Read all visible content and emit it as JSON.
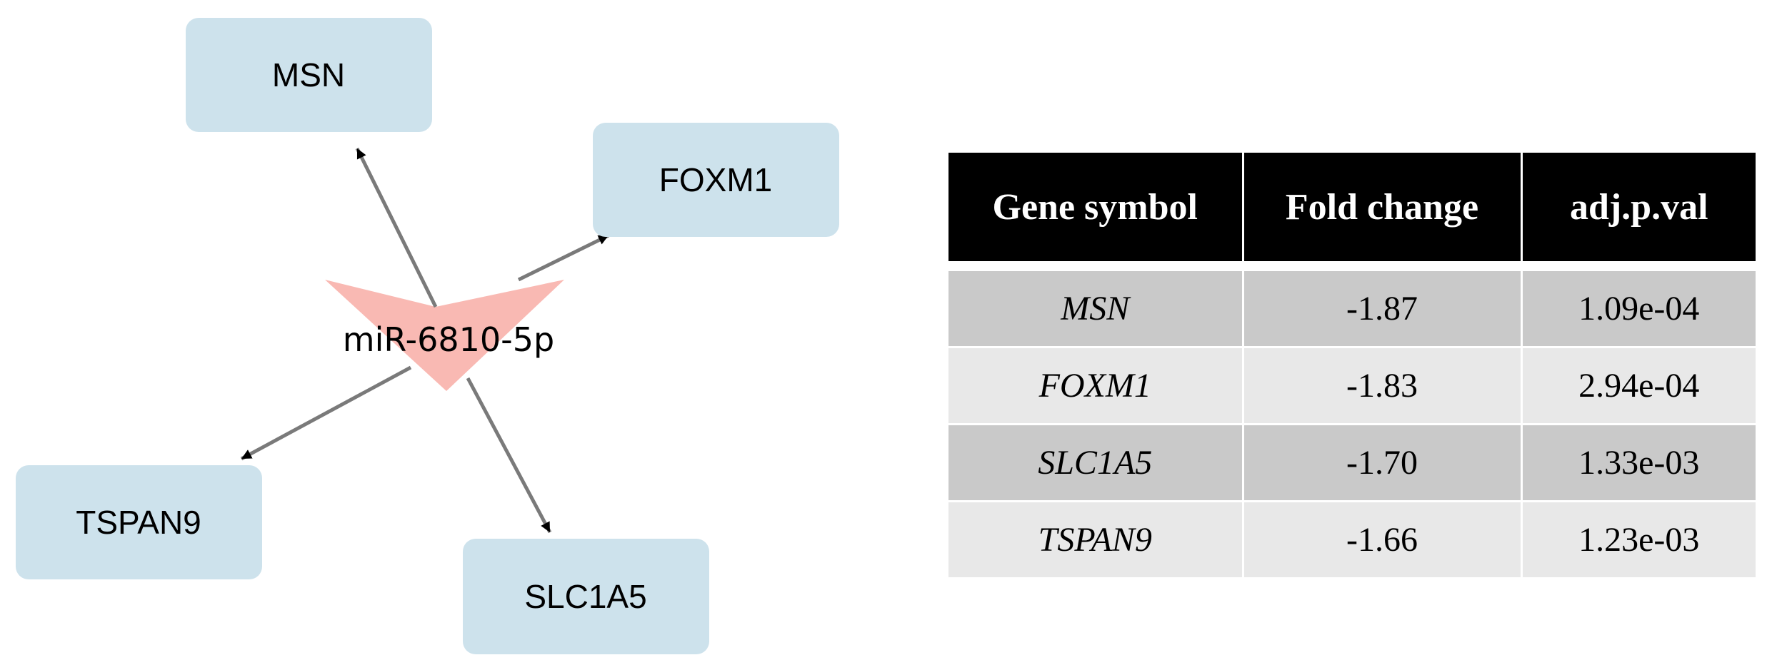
{
  "network": {
    "center": {
      "label": "miR-6810-5p",
      "color": "#f9b9b3"
    },
    "node_color": "#cde2ec",
    "edge_color": "#7a7a7a",
    "targets": [
      {
        "label": "MSN"
      },
      {
        "label": "FOXM1"
      },
      {
        "label": "TSPAN9"
      },
      {
        "label": "SLC1A5"
      }
    ]
  },
  "table": {
    "header_bg": "#000000",
    "row_bg_dark": "#c9c9c9",
    "row_bg_light": "#e8e8e8",
    "columns": [
      "Gene symbol",
      "Fold change",
      "adj.p.val"
    ],
    "rows": [
      [
        "MSN",
        "-1.87",
        "1.09e-04"
      ],
      [
        "FOXM1",
        "-1.83",
        "2.94e-04"
      ],
      [
        "SLC1A5",
        "-1.70",
        "1.33e-03"
      ],
      [
        "TSPAN9",
        "-1.66",
        "1.23e-03"
      ]
    ]
  }
}
